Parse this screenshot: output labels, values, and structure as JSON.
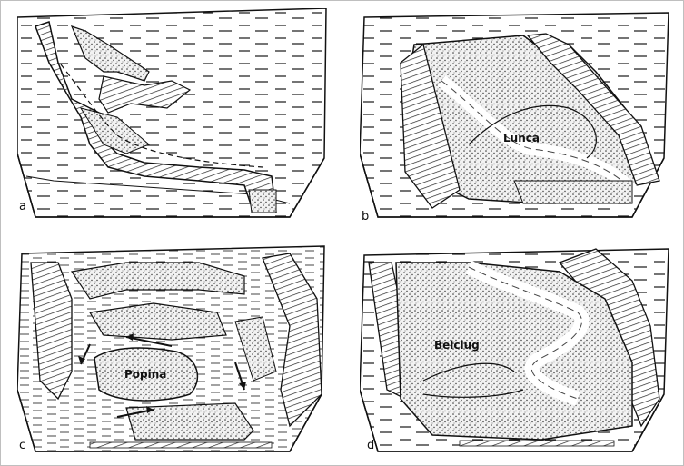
{
  "panels": [
    {
      "letter": "a"
    },
    {
      "letter": "b",
      "tag": "Lunca"
    },
    {
      "letter": "c",
      "tag": "Popina"
    },
    {
      "letter": "d",
      "tag": "Belciug"
    }
  ]
}
